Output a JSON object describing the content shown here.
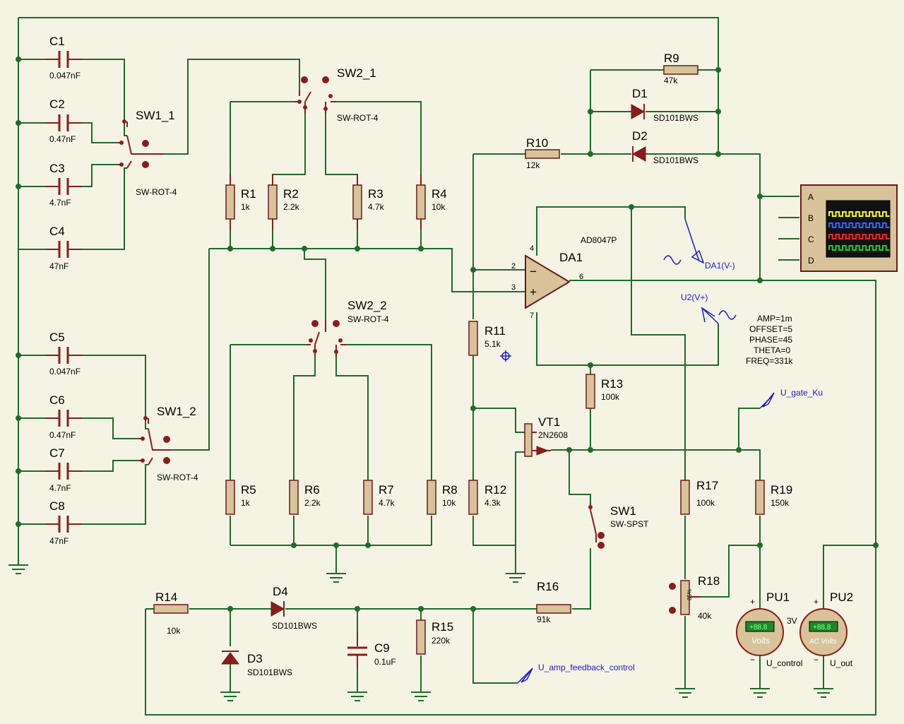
{
  "components": {
    "C1": {
      "ref": "C1",
      "value": "0.047nF"
    },
    "C2": {
      "ref": "C2",
      "value": "0.47nF"
    },
    "C3": {
      "ref": "C3",
      "value": "4.7nF"
    },
    "C4": {
      "ref": "C4",
      "value": "47nF"
    },
    "C5": {
      "ref": "C5",
      "value": "0.047nF"
    },
    "C6": {
      "ref": "C6",
      "value": "0.47nF"
    },
    "C7": {
      "ref": "C7",
      "value": "4.7nF"
    },
    "C8": {
      "ref": "C8",
      "value": "47nF"
    },
    "C9": {
      "ref": "C9",
      "value": "0.1uF"
    },
    "SW1_1": {
      "ref": "SW1_1",
      "value": "SW-ROT-4"
    },
    "SW1_2": {
      "ref": "SW1_2",
      "value": "SW-ROT-4"
    },
    "SW2_1": {
      "ref": "SW2_1",
      "value": "SW-ROT-4"
    },
    "SW2_2": {
      "ref": "SW2_2",
      "value": "SW-ROT-4"
    },
    "SW1": {
      "ref": "SW1",
      "value": "SW-SPST"
    },
    "R1": {
      "ref": "R1",
      "value": "1k"
    },
    "R2": {
      "ref": "R2",
      "value": "2.2k"
    },
    "R3": {
      "ref": "R3",
      "value": "4.7k"
    },
    "R4": {
      "ref": "R4",
      "value": "10k"
    },
    "R5": {
      "ref": "R5",
      "value": "1k"
    },
    "R6": {
      "ref": "R6",
      "value": "2.2k"
    },
    "R7": {
      "ref": "R7",
      "value": "4.7k"
    },
    "R8": {
      "ref": "R8",
      "value": "10k"
    },
    "R9": {
      "ref": "R9",
      "value": "47k"
    },
    "R10": {
      "ref": "R10",
      "value": "12k"
    },
    "R11": {
      "ref": "R11",
      "value": "5.1k"
    },
    "R12": {
      "ref": "R12",
      "value": "4.3k"
    },
    "R13": {
      "ref": "R13",
      "value": "100k"
    },
    "R14": {
      "ref": "R14",
      "value": "10k"
    },
    "R15": {
      "ref": "R15",
      "value": "220k"
    },
    "R16": {
      "ref": "R16",
      "value": "91k"
    },
    "R17": {
      "ref": "R17",
      "value": "100k"
    },
    "R18": {
      "ref": "R18",
      "value": "40k",
      "wiper": "85%"
    },
    "R19": {
      "ref": "R19",
      "value": "150k"
    },
    "D1": {
      "ref": "D1",
      "value": "SD101BWS"
    },
    "D2": {
      "ref": "D2",
      "value": "SD101BWS"
    },
    "D3": {
      "ref": "D3",
      "value": "SD101BWS"
    },
    "D4": {
      "ref": "D4",
      "value": "SD101BWS"
    },
    "DA1": {
      "ref": "DA1",
      "value": "AD8047P",
      "pins": [
        "2",
        "3",
        "4",
        "6",
        "7"
      ],
      "minus": "−",
      "plus": "+"
    },
    "VT1": {
      "ref": "VT1",
      "value": "2N2608"
    },
    "PU1": {
      "ref": "PU1",
      "label": "Volts",
      "display": "+88.8",
      "range": "3V",
      "net": "U_control",
      "plus": "+",
      "minus": "−"
    },
    "PU2": {
      "ref": "PU2",
      "label": "AC Volts",
      "display": "+88.8",
      "net": "U_out",
      "plus": "+",
      "minus": "−"
    }
  },
  "scope": {
    "channels": [
      "A",
      "B",
      "C",
      "D"
    ],
    "trace_colors": [
      "#ffff00",
      "#3366ff",
      "#ff2222",
      "#22cc22"
    ]
  },
  "generators": {
    "DA1V": {
      "label": "DA1(V-)"
    },
    "U2V": {
      "label": "U2(V+)"
    },
    "params": [
      "AMP=1m",
      "OFFSET=5",
      "PHASE=45",
      "THETA=0",
      "FREQ=331k"
    ]
  },
  "probes": {
    "gate": "U_gate_Ku",
    "feedback": "U_amp_feedback_control"
  },
  "colors": {
    "wire": "#1f6b2a",
    "component": "#8c1c1c",
    "body": "#d8c39a",
    "background": "#f5f4e4",
    "probe": "#1a1acc"
  }
}
